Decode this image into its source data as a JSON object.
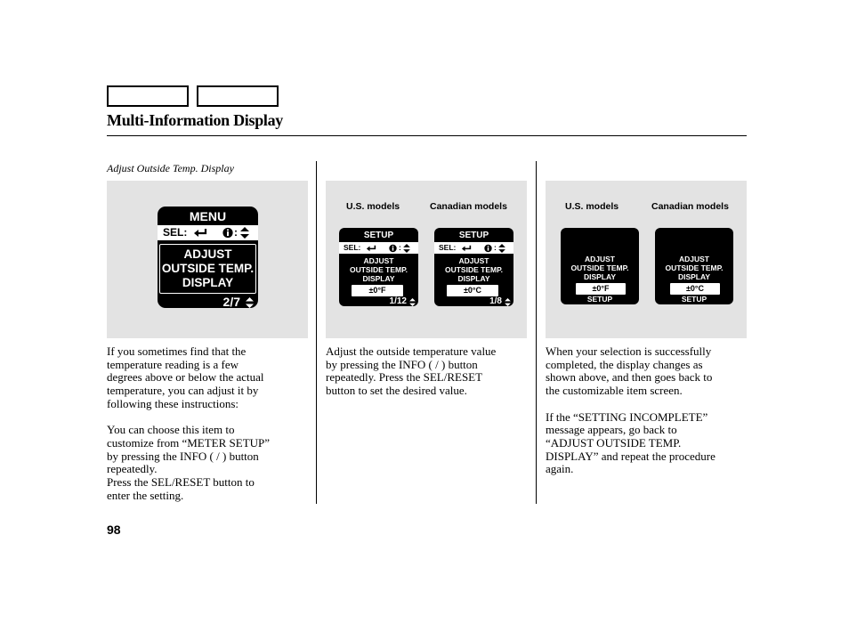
{
  "header": {
    "title": "Multi-Information Display"
  },
  "caption": "Adjust Outside Temp. Display",
  "panel1": {
    "menu_title": "MENU",
    "sel_label": "SEL:",
    "lines": [
      "ADJUST",
      "OUTSIDE TEMP.",
      "DISPLAY"
    ],
    "page": "2/7"
  },
  "panel2": {
    "us_label": "U.S. models",
    "ca_label": "Canadian models",
    "title": "SETUP",
    "sel_label": "SEL:",
    "lines": [
      "ADJUST",
      "OUTSIDE TEMP.",
      "DISPLAY"
    ],
    "us_value": "±0°F",
    "ca_value": "±0°C",
    "us_page": "1/12",
    "ca_page": "1/8"
  },
  "panel3": {
    "us_label": "U.S. models",
    "ca_label": "Canadian models",
    "lines": [
      "ADJUST",
      "OUTSIDE TEMP.",
      "DISPLAY"
    ],
    "us_value": "±0°F",
    "ca_value": "±0°C",
    "footer": "SETUP"
  },
  "col1": {
    "p1": [
      "If you sometimes find that the",
      "temperature reading is a few",
      "degrees above or below the actual",
      "temperature, you can adjust it by",
      "following these instructions:"
    ],
    "p2": [
      "You can choose this item to",
      "customize from “METER SETUP”",
      "by pressing the INFO (    /    ) button",
      "repeatedly.",
      "Press the SEL/RESET button to",
      "enter the setting."
    ]
  },
  "col2": {
    "p1": [
      "Adjust the outside temperature value",
      "by pressing the INFO (    /    ) button",
      "repeatedly. Press the SEL/RESET",
      "button to set the desired value."
    ]
  },
  "col3": {
    "p1": [
      "When your selection is successfully",
      "completed, the display changes as",
      "shown above, and then goes back to",
      "the customizable item screen."
    ],
    "p2": [
      "If the “SETTING INCOMPLETE”",
      "message appears, go back to",
      "“ADJUST OUTSIDE TEMP.",
      "DISPLAY” and repeat the procedure",
      "again."
    ]
  },
  "footer": {
    "page_number": "98"
  }
}
